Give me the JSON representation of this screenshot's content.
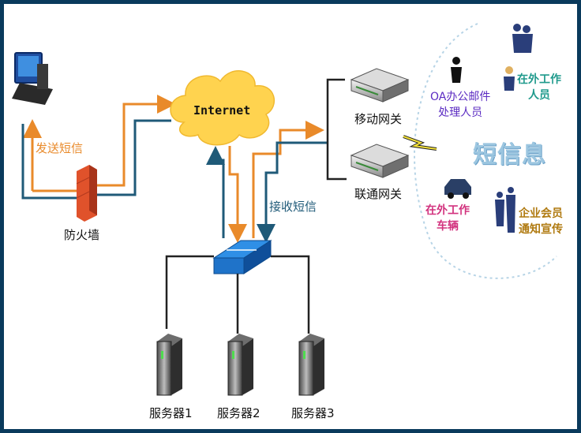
{
  "colors": {
    "frame": "#0a3a5c",
    "send_line": "#e98a2a",
    "receive_line": "#1f5a78",
    "network_line": "#222222",
    "cloud": "#ffd34f",
    "firewall": "#e0522b",
    "switch": "#1f73c9"
  },
  "icons": [
    "computer-icon",
    "firewall-icon",
    "internet-cloud-icon",
    "switch-icon",
    "gateway-icon",
    "server-icon",
    "lightning-icon",
    "person-icon",
    "car-icon"
  ],
  "internet_label": "Internet",
  "send_label": "发送短信",
  "receive_label": "接收短信",
  "firewall_label": "防火墙",
  "mobile_gateway_label": "移动网关",
  "unicom_gateway_label": "联通网关",
  "servers": [
    "服务器1",
    "服务器2",
    "服务器3"
  ],
  "sms_title": "短信息",
  "recipients": {
    "oa_line1": "OA办公邮件",
    "oa_line2": "处理人员",
    "field_staff_line1": "在外工作",
    "field_staff_line2": "人员",
    "vehicle_line1": "在外工作",
    "vehicle_line2": "车辆",
    "member_line1": "企业会员",
    "member_line2": "通知宣传"
  }
}
